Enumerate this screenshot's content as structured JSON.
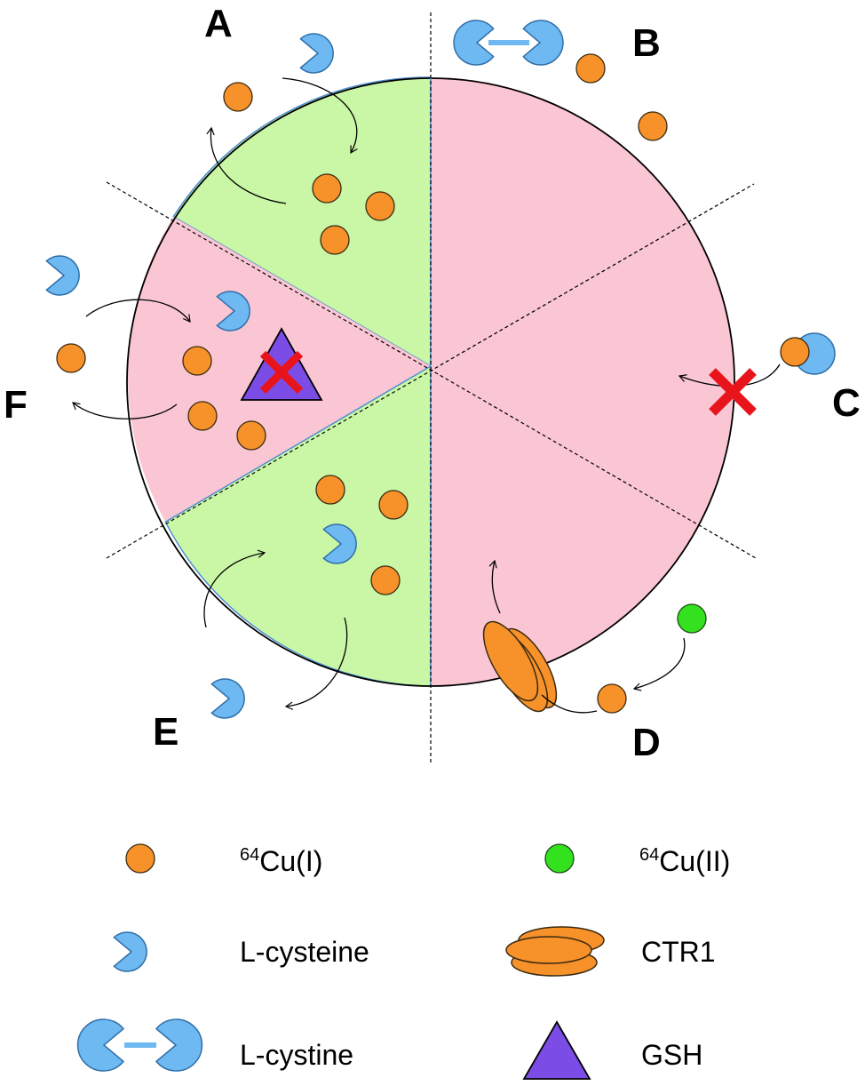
{
  "panels": {
    "A": "A",
    "B": "B",
    "C": "C",
    "D": "D",
    "E": "E",
    "F": "F"
  },
  "legend": {
    "cu1": {
      "sup": "64",
      "text": "Cu(I)"
    },
    "cu2": {
      "sup": "64",
      "text": "Cu(II)"
    },
    "cysteine": "L-cysteine",
    "ctr1": "CTR1",
    "cystine": "L-cystine",
    "gsh": "GSH"
  },
  "colors": {
    "cu1": "#f7912a",
    "cu2": "#33e11f",
    "thiol": "#6fb9f2",
    "gsh": "#7c4de6",
    "green_sector": "#c9f7a6",
    "pink_sector": "#fac6d4",
    "block_cross": "#e8141c"
  }
}
